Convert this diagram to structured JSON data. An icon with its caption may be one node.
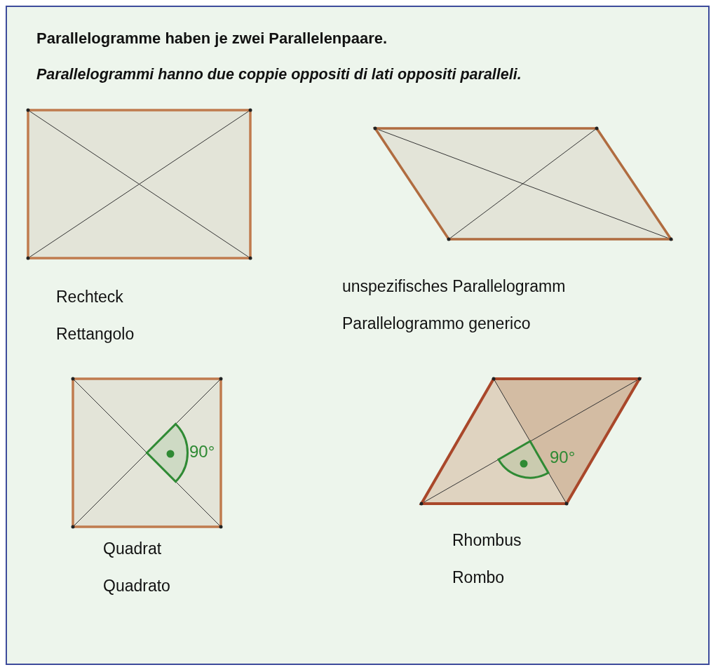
{
  "diagram": {
    "title": "Parallelogramme haben je zwei Parallelenpaare.",
    "nodes": [
      {
        "text": [],
        "shape": "rectangle",
        "beside": [
          "Rechteck",
          "Rettangolo"
        ]
      },
      {
        "text": [],
        "shape": "parallelogram",
        "beside": [
          "unspezifisches Parallelogramm",
          "Parallelogrammo generico"
        ]
      },
      {
        "text": [],
        "shape": "square",
        "beside": [
          "Quadrat",
          "Quadrato"
        ]
      },
      {
        "text": [],
        "shape": "rhombus",
        "beside": [
          "Rhombus",
          "Rombo"
        ]
      }
    ],
    "labels": [
      "Parallelogrammi hanno due coppie oppositi di lati oppositi paralleli.",
      "90°",
      "90°"
    ]
  }
}
